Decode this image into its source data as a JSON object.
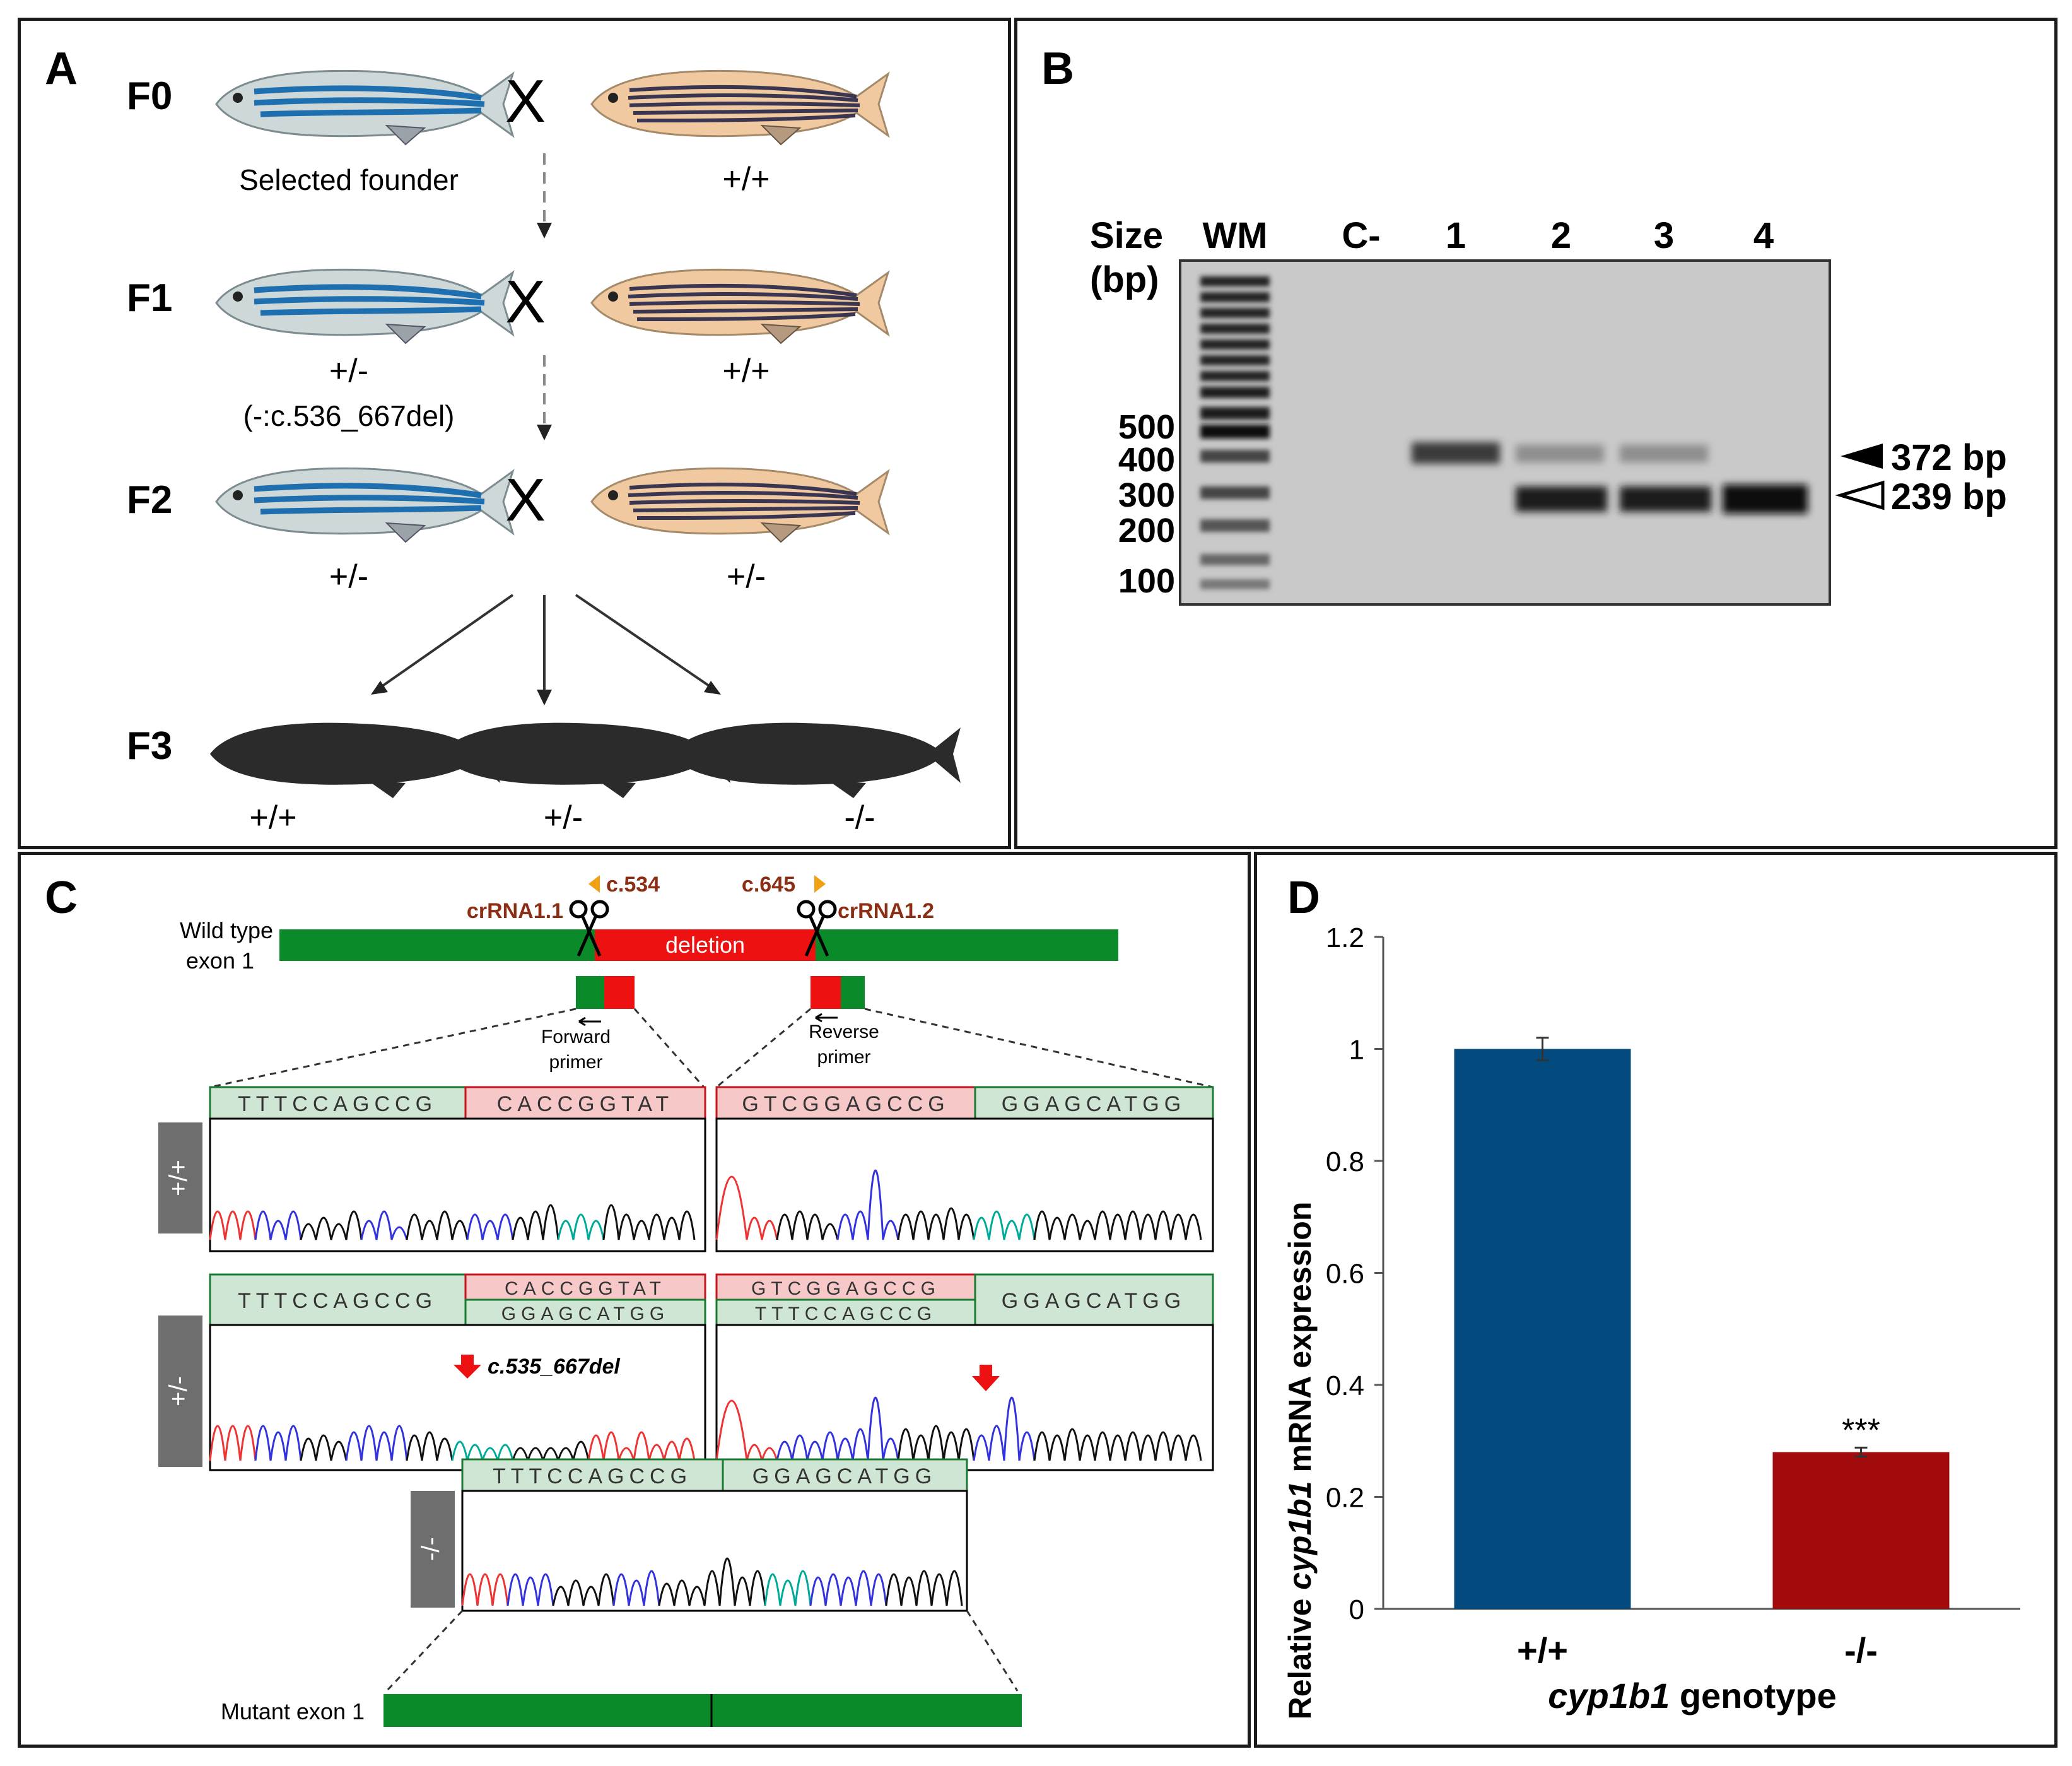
{
  "panelA": {
    "label": "A",
    "generations": [
      "F0",
      "F1",
      "F2",
      "F3"
    ],
    "cross_symbol": "X",
    "f0_left_caption": "Selected founder",
    "f0_right_caption": "+/+",
    "f1_left_caption": "+/-",
    "f1_left_subcaption": "(-:c.536_667del)",
    "f1_right_caption": "+/+",
    "f2_left_caption": "+/-",
    "f2_right_caption": "+/-",
    "f3_captions": [
      "+/+",
      "+/-",
      "-/-"
    ],
    "colors": {
      "mutant_stripe": "#1e6fb0",
      "wildtype_stripe": "#3a3550",
      "mutant_body": "#cfd8d8",
      "wildtype_body": "#f1c9a0"
    }
  },
  "panelB": {
    "label": "B",
    "size_label_1": "Size",
    "size_label_2": "(bp)",
    "lane_labels": [
      "WM",
      "C-",
      "1",
      "2",
      "3",
      "4"
    ],
    "ladder_labels": [
      "500",
      "400",
      "300",
      "200",
      "100"
    ],
    "band_372_label": "372 bp",
    "band_239_label": "239 bp"
  },
  "panelC": {
    "label": "C",
    "wildtype_label_1": "Wild type",
    "wildtype_label_2": "exon 1",
    "deletion_label": "deletion",
    "crrna_left": "crRNA1.1",
    "crrna_right": "crRNA1.2",
    "cut_left": "c.534",
    "cut_right": "c.645",
    "forward_primer_1": "Forward",
    "forward_primer_2": "primer",
    "reverse_primer_1": "Reverse",
    "reverse_primer_2": "primer",
    "genotypes": [
      "+/+",
      "+/-",
      "-/-"
    ],
    "mutation_label": "c.535_667del",
    "mutant_label": "Mutant exon 1",
    "wt_left_seq_green": "TTTCCAGCCG",
    "wt_left_seq_red": "CACCGGTAT",
    "wt_right_seq_red": "GTCGGAGCCG",
    "wt_right_seq_green": "GGAGCATGG",
    "het_left_bottom": "GGAGCATGG",
    "het_right_bottom": "TTTCCAGCCG",
    "ko_seq_left": "TTTCCAGCCG",
    "ko_seq_right": "GGAGCATGG",
    "colors": {
      "exon_green": "#0a8a28",
      "deletion_red": "#ee1111",
      "label_brown": "#8b2e14",
      "arrow_orange": "#f0a010"
    }
  },
  "panelD": {
    "label": "D",
    "chart_data": {
      "type": "bar",
      "categories": [
        "+/+",
        "-/-"
      ],
      "values": [
        1.0,
        0.28
      ],
      "errors": [
        0.02,
        0.008
      ],
      "colors": [
        "#034b7e",
        "#a10b0b"
      ],
      "ylim": [
        0,
        1.2
      ],
      "yticks": [
        "0",
        "0.2",
        "0.4",
        "0.6",
        "0.8",
        "1",
        "1.2"
      ],
      "ylabel_pre": "Relative ",
      "ylabel_italic": "cyp1b1",
      "ylabel_post": " mRNA expression",
      "xlabel_italic": "cyp1b1",
      "xlabel_post": " genotype",
      "significance": "***"
    }
  }
}
